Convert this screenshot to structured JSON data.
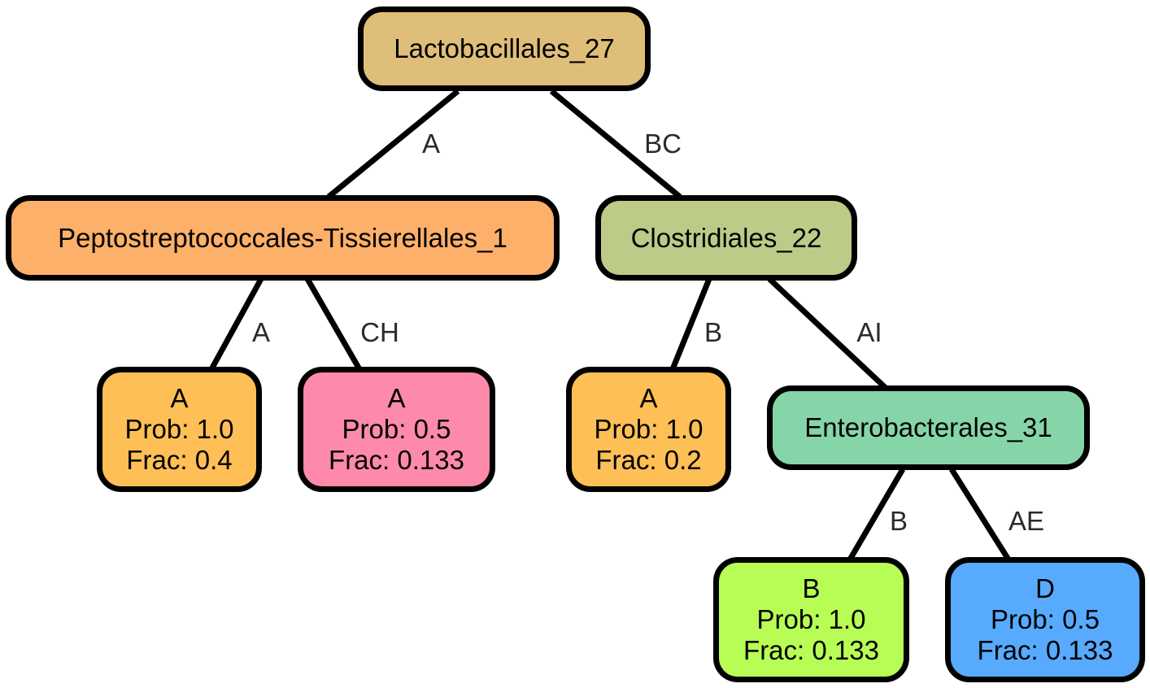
{
  "colors": {
    "Lactobacillales": "#dfbe7a",
    "Peptostreptococcales": "#fdb06a",
    "Clostridiales": "#bccc88",
    "Enterobacterales": "#86d5a9",
    "leaf_A_orange": "#fdbf56",
    "leaf_A_pink": "#fe8aab",
    "leaf_B_green": "#b8fd55",
    "leaf_D_blue": "#58aafe"
  },
  "nodes": {
    "root": {
      "label": "Lactobacillales_27"
    },
    "pepto": {
      "label": "Peptostreptococcales-Tissierellales_1"
    },
    "clost": {
      "label": "Clostridiales_22"
    },
    "entero": {
      "label": "Enterobacterales_31"
    },
    "leaf1": {
      "label": "A",
      "prob": "Prob: 1.0",
      "frac": "Frac: 0.4"
    },
    "leaf2": {
      "label": "A",
      "prob": "Prob: 0.5",
      "frac": "Frac: 0.133"
    },
    "leaf3": {
      "label": "A",
      "prob": "Prob: 1.0",
      "frac": "Frac: 0.2"
    },
    "leaf4": {
      "label": "B",
      "prob": "Prob: 1.0",
      "frac": "Frac: 0.133"
    },
    "leaf5": {
      "label": "D",
      "prob": "Prob: 0.5",
      "frac": "Frac: 0.133"
    }
  },
  "edges": {
    "root_pepto": "A",
    "root_clost": "BC",
    "pepto_leaf1": "A",
    "pepto_leaf2": "CH",
    "clost_leaf3": "B",
    "clost_entero": "AI",
    "entero_leaf4": "B",
    "entero_leaf5": "AE"
  }
}
